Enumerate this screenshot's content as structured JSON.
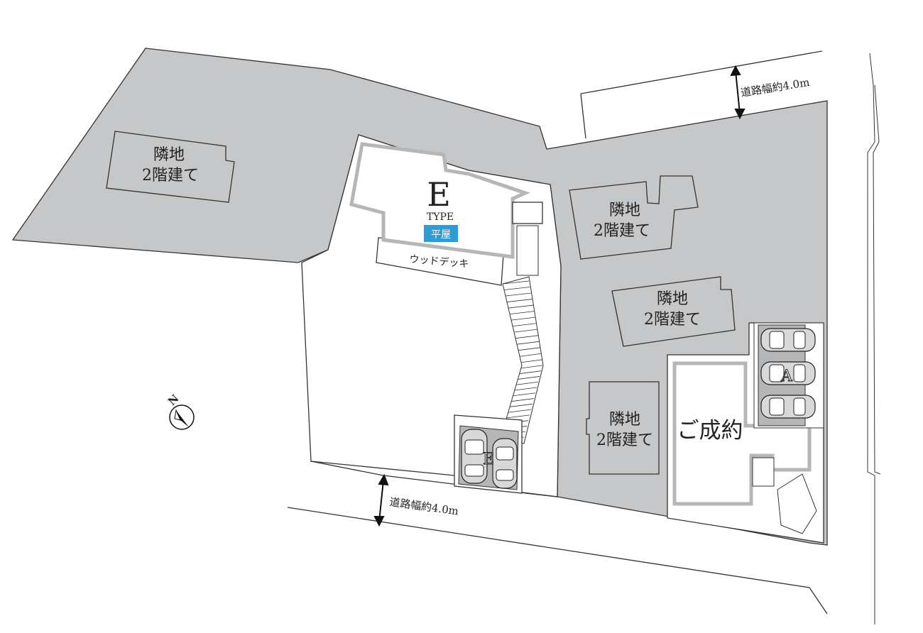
{
  "neighbors": [
    {
      "line1": "隣地",
      "line2": "2階建て"
    },
    {
      "line1": "隣地",
      "line2": "2階建て"
    },
    {
      "line1": "隣地",
      "line2": "2階建て"
    },
    {
      "line1": "隣地",
      "line2": "2階建て"
    }
  ],
  "e_house": {
    "letter": "E",
    "type": "TYPE",
    "badge": "平屋",
    "badge_color": "#2e9bd6",
    "deck": "ウッドデッキ",
    "parking_letter": "E"
  },
  "sold_house": {
    "label": "ご成約",
    "parking_letter": "A"
  },
  "roads": [
    {
      "label": "道路幅約4.0m"
    },
    {
      "label": "道路幅約4.0m"
    }
  ],
  "compass": {
    "label": "N",
    "icon": "north-arrow-icon"
  }
}
